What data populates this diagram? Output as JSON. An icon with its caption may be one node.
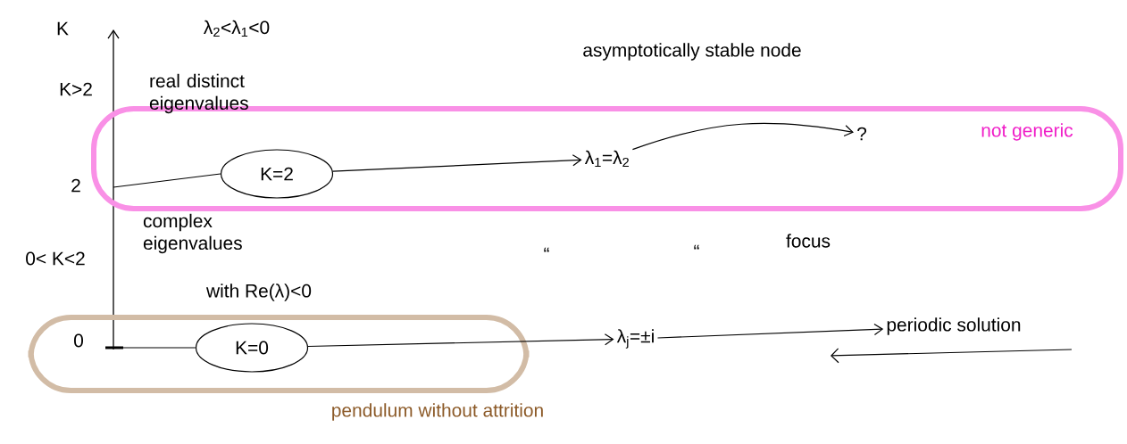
{
  "diagram": {
    "nodes": [
      {
        "text": [
          "not generic"
        ]
      },
      {
        "text": [
          "K=2"
        ],
        "in": 0
      },
      {
        "text": [
          "λ$_{1}$=λ$_{2}$"
        ],
        "in": 0
      },
      {
        "text": [
          "?"
        ],
        "in": 0
      },
      {
        "text": [
          "pendulum without attrition"
        ]
      },
      {
        "text": [
          "K=0"
        ],
        "in": 4
      },
      {
        "text": [
          "λ$_{j}$=±i"
        ]
      },
      {
        "text": [
          "periodic solution"
        ]
      }
    ],
    "edges": [
      {
        "from": 1,
        "to": 2,
        "arrow": "to"
      },
      {
        "from": 2,
        "to": 3,
        "arrow": "to"
      },
      {
        "from": 5,
        "to": 6,
        "arrow": "to"
      },
      {
        "from": 6,
        "to": 7,
        "arrow": "to"
      },
      {
        "from": null,
        "to": 1,
        "arrow": "none"
      },
      {
        "from": null,
        "to": 5,
        "arrow": "none"
      }
    ],
    "labels": [
      "K",
      "λ$_{2}$<λ$_{1}$<0",
      "asymptotically stable node",
      "K>2",
      "real distinct eigenvalues",
      "2",
      "complex eigenvalues",
      "“",
      "“",
      "focus",
      "0< K<2",
      "with Re(λ)<0",
      "0"
    ]
  }
}
